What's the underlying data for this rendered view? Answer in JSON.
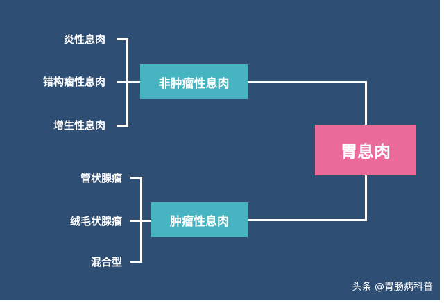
{
  "root": {
    "label": "胃息肉"
  },
  "groups": [
    {
      "label": "非肿瘤性息肉",
      "items": [
        "炎性息肉",
        "错构瘤性息肉",
        "增生性息肉"
      ]
    },
    {
      "label": "肿瘤性息肉",
      "items": [
        "管状腺瘤",
        "绒毛状腺瘤",
        "混合型"
      ]
    }
  ],
  "watermark": "头条 @胃肠病科普",
  "colors": {
    "background": "#2f4e74",
    "group": "#47b5c1",
    "root": "#ea6a9a"
  }
}
